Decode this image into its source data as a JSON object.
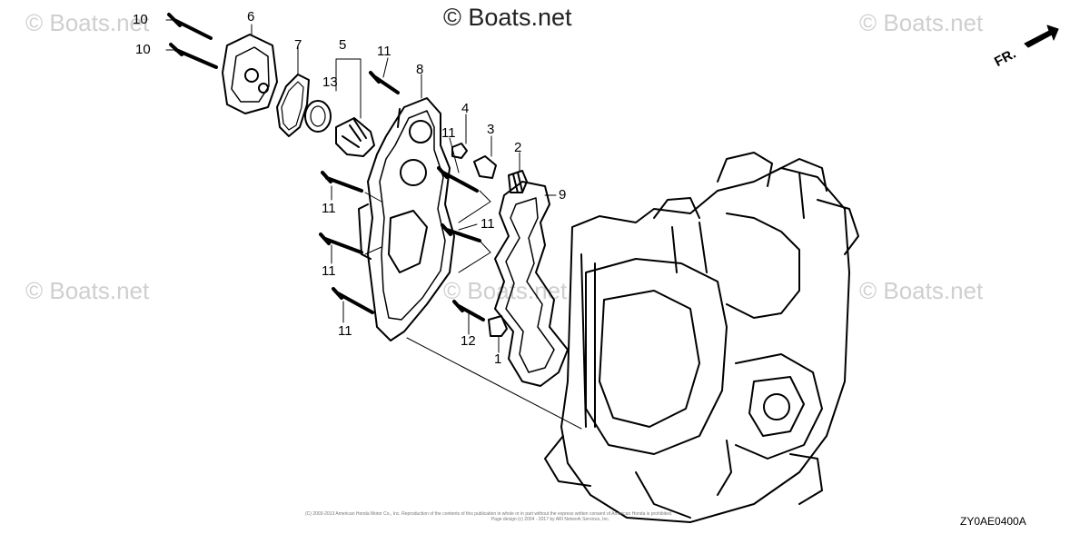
{
  "watermarks": {
    "main": "© Boats.net",
    "faint": "© Boats.net"
  },
  "direction_label": "FR.",
  "part_labels": {
    "p1": "1",
    "p2": "2",
    "p3": "3",
    "p4": "4",
    "p5": "5",
    "p6": "6",
    "p7": "7",
    "p8": "8",
    "p9": "9",
    "p10a": "10",
    "p10b": "10",
    "p11a": "11",
    "p11b": "11",
    "p11c": "11",
    "p11d": "11",
    "p11e": "11",
    "p11f": "11",
    "p12": "12",
    "p13": "13"
  },
  "copyright_line1": "(C) 2003-2013 American Honda Motor Co., Inc. Reproduction of the contents of this publication in whole or in part without the express written consent of American Honda is prohibited.",
  "copyright_line2": "Page design (c) 2004 - 2017 by ARI Network Services, Inc.",
  "diagram_code": "ZY0AE0400A"
}
